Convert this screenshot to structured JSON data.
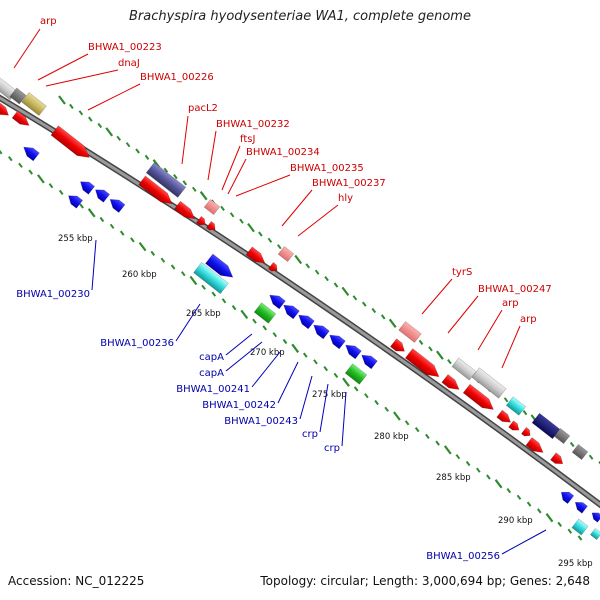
{
  "title": "Brachyspira hyodysenteriae WA1, complete genome",
  "footer": {
    "accession": "Accession: NC_012225",
    "summary": "Topology: circular; Length: 3,000,694 bp; Genes: 2,648"
  },
  "colors": {
    "backbone": "#888888",
    "backbone_shadow": "#444444",
    "tick_major": "#2e8b2e",
    "tick_minor": "#2e8b2e",
    "label_forward": "#cc0000",
    "label_reverse": "#0000aa",
    "leader_forward": "#dd0000",
    "leader_reverse": "#0000bb",
    "position_text": "#111111"
  },
  "positions": [
    {
      "label": "255 kbp",
      "kbp": 255
    },
    {
      "label": "260 kbp",
      "kbp": 260
    },
    {
      "label": "265 kbp",
      "kbp": 265
    },
    {
      "label": "270 kbp",
      "kbp": 270
    },
    {
      "label": "275 kbp",
      "kbp": 275
    },
    {
      "label": "280 kbp",
      "kbp": 280
    },
    {
      "label": "285 kbp",
      "kbp": 285
    },
    {
      "label": "290 kbp",
      "kbp": 290
    },
    {
      "label": "295 kbp",
      "kbp": 295
    }
  ],
  "forward_labels": [
    "arp",
    "BHWA1_00223",
    "dnaJ",
    "BHWA1_00226",
    "pacL2",
    "BHWA1_00232",
    "ftsJ",
    "BHWA1_00234",
    "BHWA1_00235",
    "BHWA1_00237",
    "hly",
    "tyrS",
    "BHWA1_00247",
    "arp",
    "arp"
  ],
  "reverse_labels": [
    "BHWA1_00230",
    "BHWA1_00236",
    "capA",
    "capA",
    "BHWA1_00241",
    "BHWA1_00242",
    "BHWA1_00243",
    "crp",
    "crp",
    "BHWA1_00256"
  ]
}
